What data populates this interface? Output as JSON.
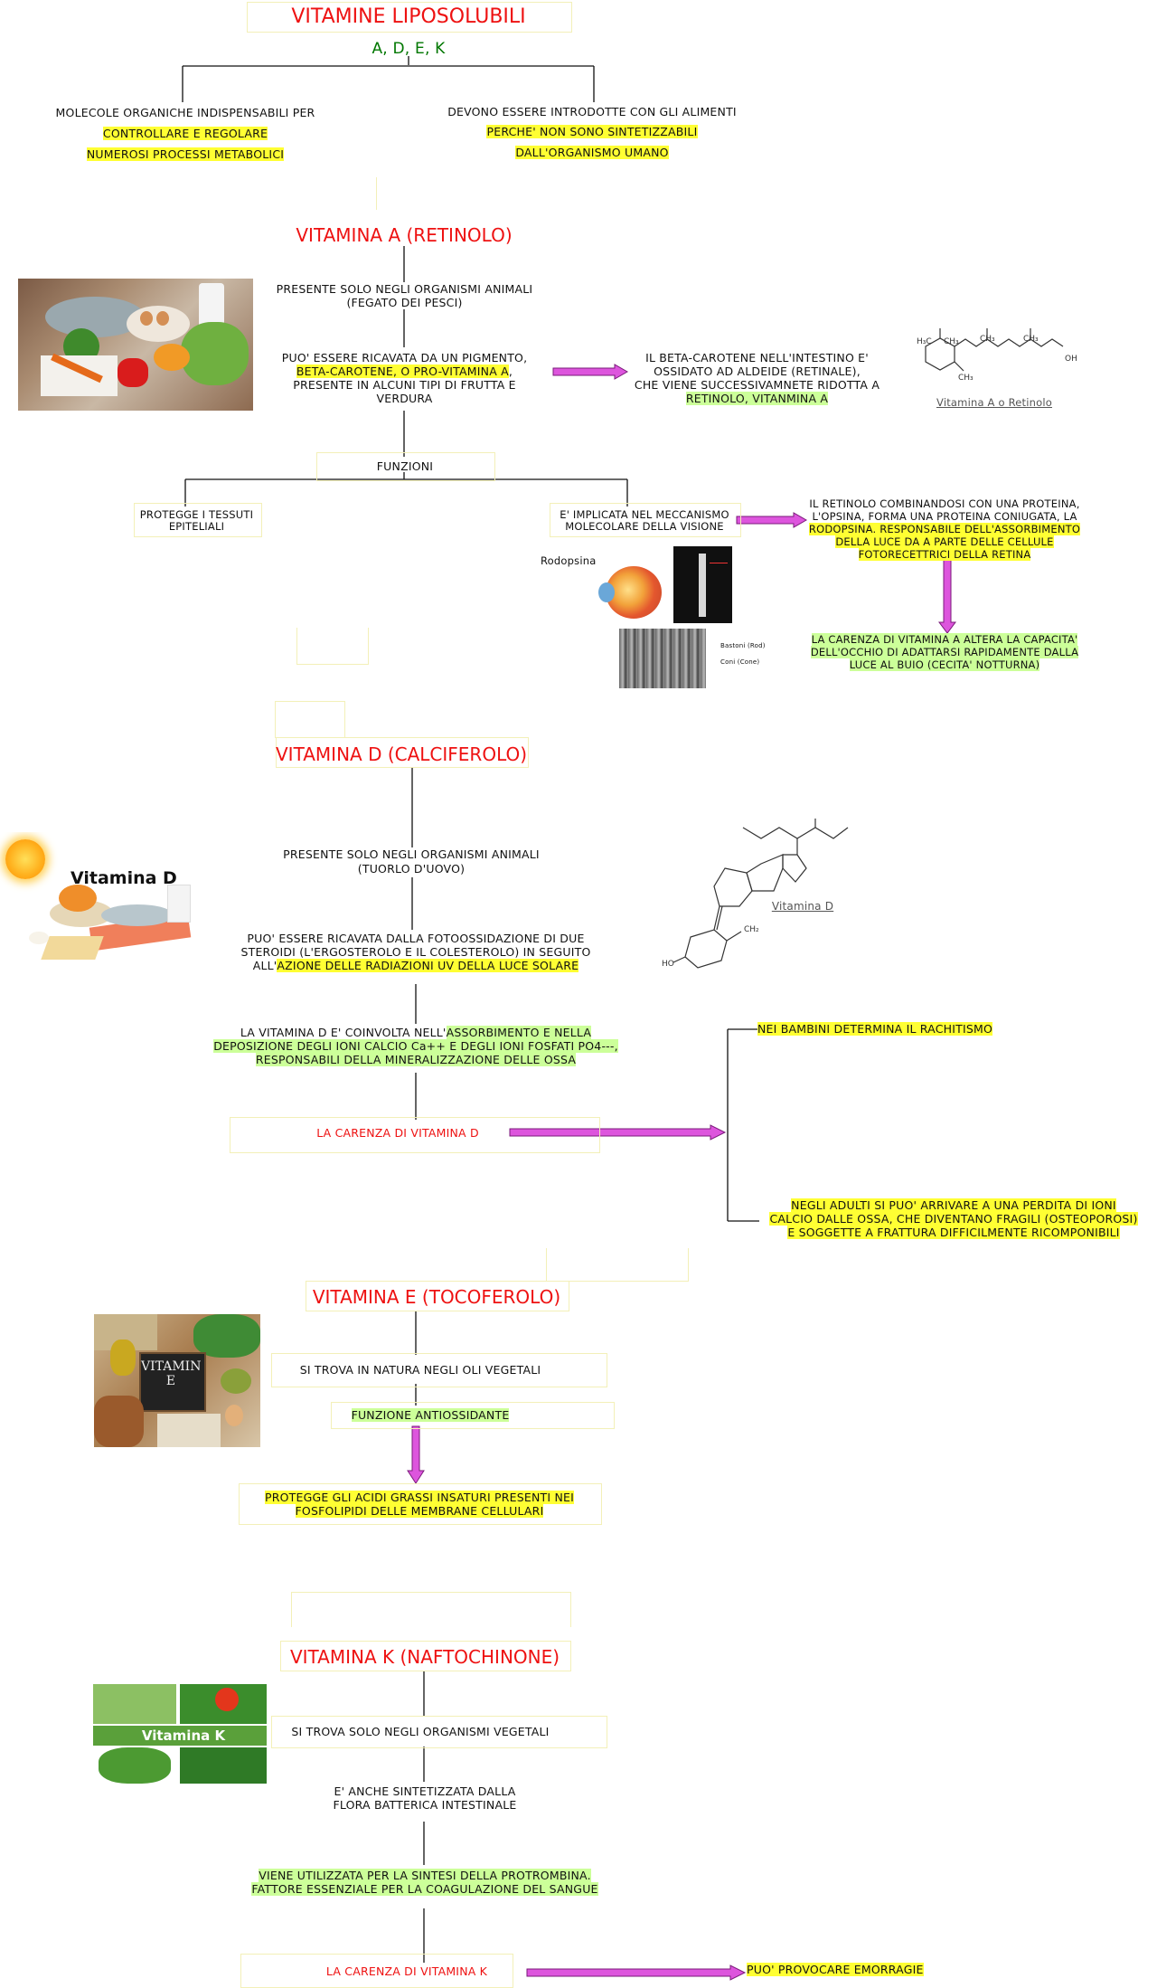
{
  "header": {
    "title": "VITAMINE LIPOSOLUBILI",
    "subtitle": "A, D, E, K",
    "left": [
      "MOLECOLE ORGANICHE INDISPENSABILI PER",
      "CONTROLLARE E REGOLARE",
      "NUMEROSI PROCESSI METABOLICI"
    ],
    "right": [
      "DEVONO ESSERE INTRODOTTE CON GLI ALIMENTI",
      "PERCHE' NON SONO SINTETIZZABILI",
      "DALL'ORGANISMO UMANO"
    ]
  },
  "vitA": {
    "title": "VITAMINA A (RETINOLO)",
    "present": [
      "PRESENTE SOLO NEGLI ORGANISMI ANIMALI",
      "(FEGATO DEI PESCI)"
    ],
    "derive_1": "PUO' ESSERE RICAVATA DA UN PIGMENTO,",
    "derive_2": "BETA-CAROTENE, O PRO-VITAMINA A",
    "derive_2b": ",",
    "derive_3": "PRESENTE IN ALCUNI TIPI DI FRUTTA E",
    "derive_4": "VERDURA",
    "beta_1": "IL BETA-CAROTENE NELL'INTESTINO E'",
    "beta_2": "OSSIDATO AD ALDEIDE (RETINALE),",
    "beta_3": "CHE VIENE SUCCESSIVAMNETE RIDOTTA A",
    "beta_4": "RETINOLO, VITANMINA A",
    "molecule_caption": "Vitamina A o Retinolo",
    "functions": "FUNZIONI",
    "f1": [
      "PROTEGGE I TESSUTI",
      "EPITELIALI"
    ],
    "f2": [
      "E' IMPLICATA NEL MECCANISMO",
      "MOLECOLARE DELLA VISIONE"
    ],
    "rodopsina_label": "Rodopsina",
    "baston": "Bastoni (Rod)",
    "coni": "Coni (Cone)",
    "retinol_1": "IL RETINOLO COMBINANDOSI CON UNA PROTEINA,",
    "retinol_2": "L'OPSINA, FORMA UNA PROTEINA CONIUGATA, LA",
    "retinol_3": "RODOPSINA. RESPONSABILE DELL'ASSORBIMENTO",
    "retinol_4": "DELLA LUCE DA A PARTE DELLE CELLULE",
    "retinol_5": "FOTORECETTRICI DELLA RETINA",
    "carenza": [
      "LA CARENZA DI VITAMINA A ALTERA LA CAPACITA'",
      "DELL'OCCHIO DI ADATTARSI RAPIDAMENTE DALLA",
      "LUCE AL BUIO (CECITA' NOTTURNA)"
    ]
  },
  "vitD": {
    "title": "VITAMINA D (CALCIFEROLO)",
    "image_label": "Vitamina D",
    "present": [
      "PRESENTE SOLO NEGLI ORGANISMI ANIMALI",
      "(TUORLO D'UOVO)"
    ],
    "photo_1": "PUO' ESSERE RICAVATA DALLA FOTOOSSIDAZIONE DI DUE",
    "photo_2": "STEROIDI (L'ERGOSTEROLO E IL COLESTEROLO) IN SEGUITO",
    "photo_3a": "ALL'",
    "photo_3b": "AZIONE DELLE RADIAZIONI UV DELLA LUCE SOLARE",
    "molecule_caption": "Vitamina D",
    "abs_1a": "LA VITAMINA D E' COINVOLTA NELL'",
    "abs_1b": "ASSORBIMENTO E NELLA",
    "abs_2": "DEPOSIZIONE DEGLI IONI CALCIO Ca++ E DEGLI IONI FOSFATI PO4---,",
    "abs_3": "RESPONSABILI DELLA MINERALIZZAZIONE DELLE OSSA",
    "carenza": "LA CARENZA DI VITAMINA D",
    "bambini": "NEI BAMBINI DETERMINA IL RACHITISMO",
    "adulti": [
      "NEGLI ADULTI SI PUO' ARRIVARE A UNA PERDITA DI IONI",
      "CALCIO DALLE OSSA, CHE DIVENTANO FRAGILI (OSTEOPOROSI)",
      "E SOGGETTE A FRATTURA DIFFICILMENTE RICOMPONIBILI"
    ]
  },
  "vitE": {
    "title": "VITAMINA E (TOCOFEROLO)",
    "image_label": "VITAMIN E",
    "natura": "SI TROVA IN NATURA NEGLI OLI VEGETALI",
    "funzione": "FUNZIONE ANTIOSSIDANTE",
    "protegge": [
      "PROTEGGE GLI ACIDI GRASSI INSATURI PRESENTI NEI",
      "FOSFOLIPIDI DELLE MEMBRANE CELLULARI"
    ]
  },
  "vitK": {
    "title": "VITAMINA K (NAFTOCHINONE)",
    "image_label": "Vitamina K",
    "vegetali": "SI TROVA SOLO NEGLI ORGANISMI VEGETALI",
    "sintesi": [
      "E' ANCHE SINTETIZZATA DALLA",
      "FLORA BATTERICA INTESTINALE"
    ],
    "protrombina": [
      "VIENE UTILIZZATA PER LA SINTESI DELLA PROTROMBINA.",
      "FATTORE ESSENZIALE PER LA COAGULAZIONE DEL SANGUE"
    ],
    "carenza": "LA CARENZA DI VITAMINA K",
    "emorragie": "PUO' PROVOCARE EMORRAGIE"
  }
}
